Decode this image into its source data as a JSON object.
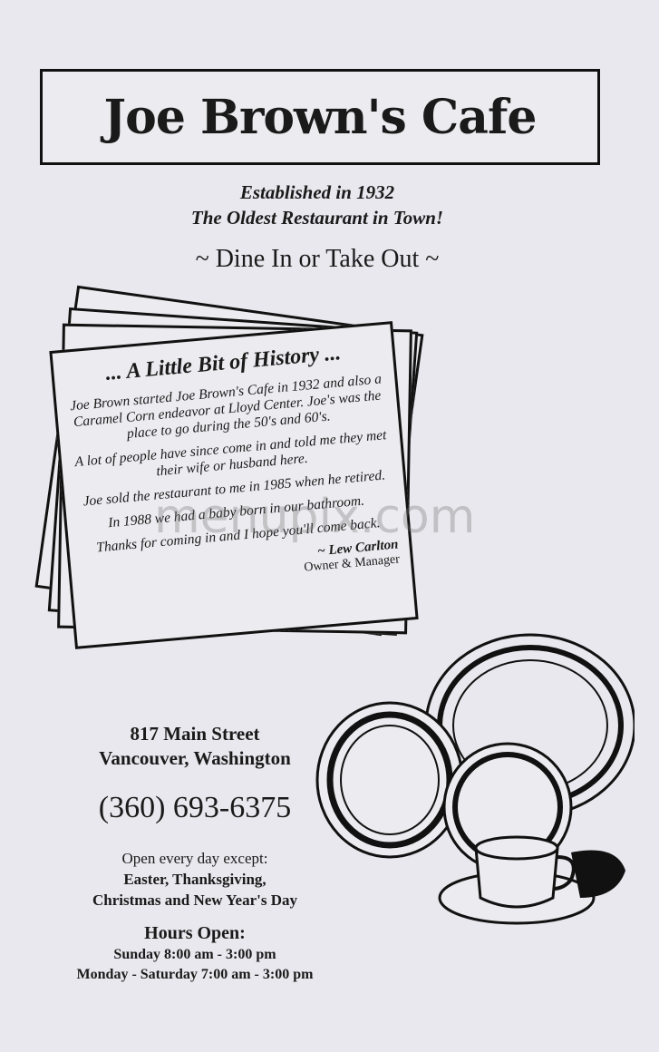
{
  "header": {
    "title": "Joe Brown's Cafe"
  },
  "tagline": {
    "established": "Established in 1932",
    "oldest": "The Oldest Restaurant in Town!",
    "service": "~ Dine In or Take Out ~"
  },
  "history": {
    "heading": "... A Little Bit of History ...",
    "paragraphs": [
      "Joe Brown started Joe Brown's Cafe in 1932 and also a Caramel Corn endeavor at Lloyd Center. Joe's was the place to go during the 50's and 60's.",
      "A lot of people have since come in and told me they met their wife or husband here.",
      "Joe sold the restaurant to me in 1985 when he retired.",
      "In 1988 we had a baby born in our bathroom.",
      "Thanks for coming in and I hope you'll come back."
    ],
    "signature": "~ Lew Carlton",
    "role": "Owner & Manager"
  },
  "contact": {
    "street": "817 Main Street",
    "city": "Vancouver, Washington",
    "phone": "(360) 693-6375"
  },
  "closures": {
    "intro": "Open every day except:",
    "line1": "Easter, Thanksgiving,",
    "line2": "Christmas and New Year's Day"
  },
  "hours": {
    "heading": "Hours Open:",
    "sunday": "Sunday  8:00 am - 3:00 pm",
    "weekdays": "Monday - Saturday  7:00 am - 3:00 pm"
  },
  "watermark": "menupix.com"
}
